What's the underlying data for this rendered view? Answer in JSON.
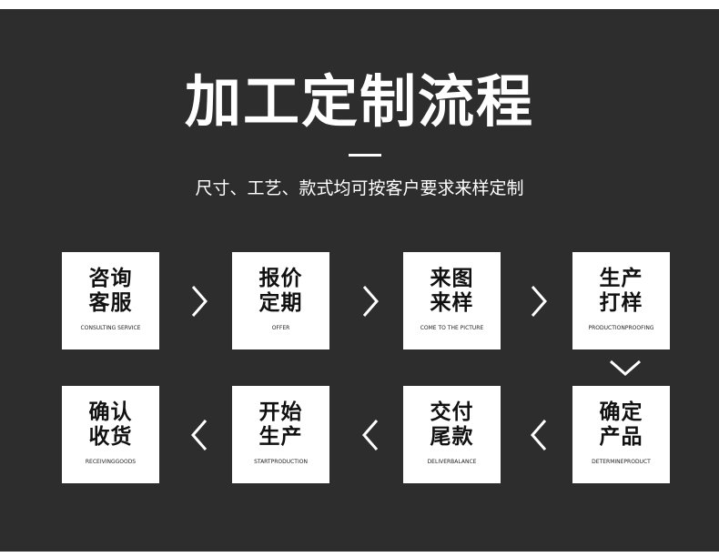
{
  "header": {
    "title": "加工定制流程",
    "subtitle": "尺寸、工艺、款式均可按客户要求来样定制"
  },
  "steps": [
    {
      "cn1": "咨询",
      "cn2": "客服",
      "en": "CONSULTING SERVICE"
    },
    {
      "cn1": "报价",
      "cn2": "定期",
      "en": "OFFER"
    },
    {
      "cn1": "来图",
      "cn2": "来样",
      "en": "COME TO THE PICTURE"
    },
    {
      "cn1": "生产",
      "cn2": "打样",
      "en": "PRODUCTIONPROOFING"
    },
    {
      "cn1": "确定",
      "cn2": "产品",
      "en": "DETERMINEPRODUCT"
    },
    {
      "cn1": "交付",
      "cn2": "尾款",
      "en": "DELIVERBALANCE"
    },
    {
      "cn1": "开始",
      "cn2": "生产",
      "en": "STARTPRODUCTION"
    },
    {
      "cn1": "确认",
      "cn2": "收货",
      "en": "RECEIVINGGOODS"
    }
  ],
  "icons": {
    "right": "chevron-right-icon",
    "down": "chevron-down-icon",
    "left": "chevron-left-icon"
  },
  "colors": {
    "background": "#2d2d2d",
    "box": "#ffffff",
    "text_light": "#ffffff",
    "text_dark": "#111111"
  }
}
